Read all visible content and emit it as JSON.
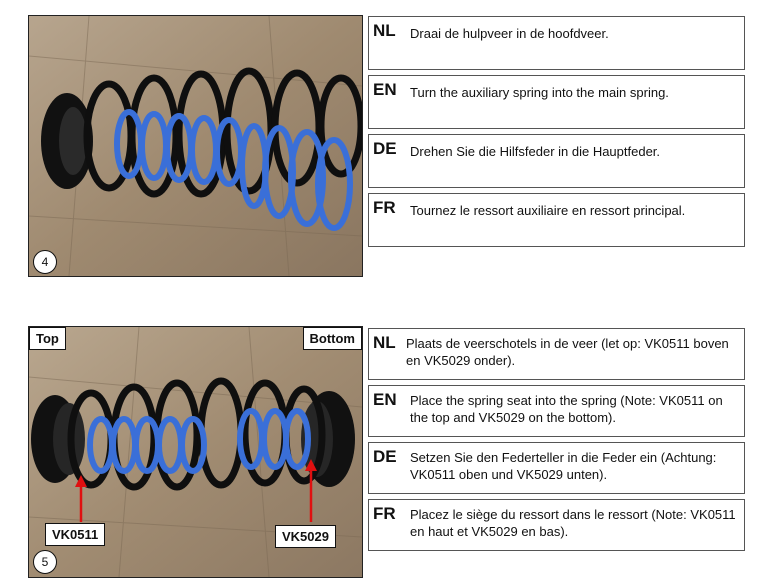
{
  "steps": [
    {
      "number": "4",
      "instructions": [
        {
          "code": "NL",
          "text": "Draai de hulpveer in de hoofdveer."
        },
        {
          "code": "EN",
          "text": "Turn the auxiliary spring into the main spring."
        },
        {
          "code": "DE",
          "text": "Drehen Sie die Hilfsfeder in die Hauptfeder."
        },
        {
          "code": "FR",
          "text": "Tournez le ressort auxiliaire en ressort principal."
        }
      ]
    },
    {
      "number": "5",
      "photo_labels": {
        "top": "Top",
        "bottom": "Bottom",
        "left_part": "VK0511",
        "right_part": "VK5029"
      },
      "instructions": [
        {
          "code": "NL",
          "text": "Plaats de veerschotels in de veer (let op: VK0511 boven en VK5029 onder)."
        },
        {
          "code": "EN",
          "text": "Place the spring seat into the spring (Note: VK0511 on the top and VK5029 on the bottom)."
        },
        {
          "code": "DE",
          "text": "Setzen Sie den Federteller in die Feder ein (Achtung: VK0511 oben und VK5029 unten)."
        },
        {
          "code": "FR",
          "text": "Placez le siège du ressort dans le ressort (Note: VK0511 en haut et VK5029 en bas)."
        }
      ]
    }
  ],
  "colors": {
    "main_spring": "#111111",
    "aux_spring": "#3a6fd8",
    "arrow": "#e01010",
    "background": "#a08a72"
  }
}
